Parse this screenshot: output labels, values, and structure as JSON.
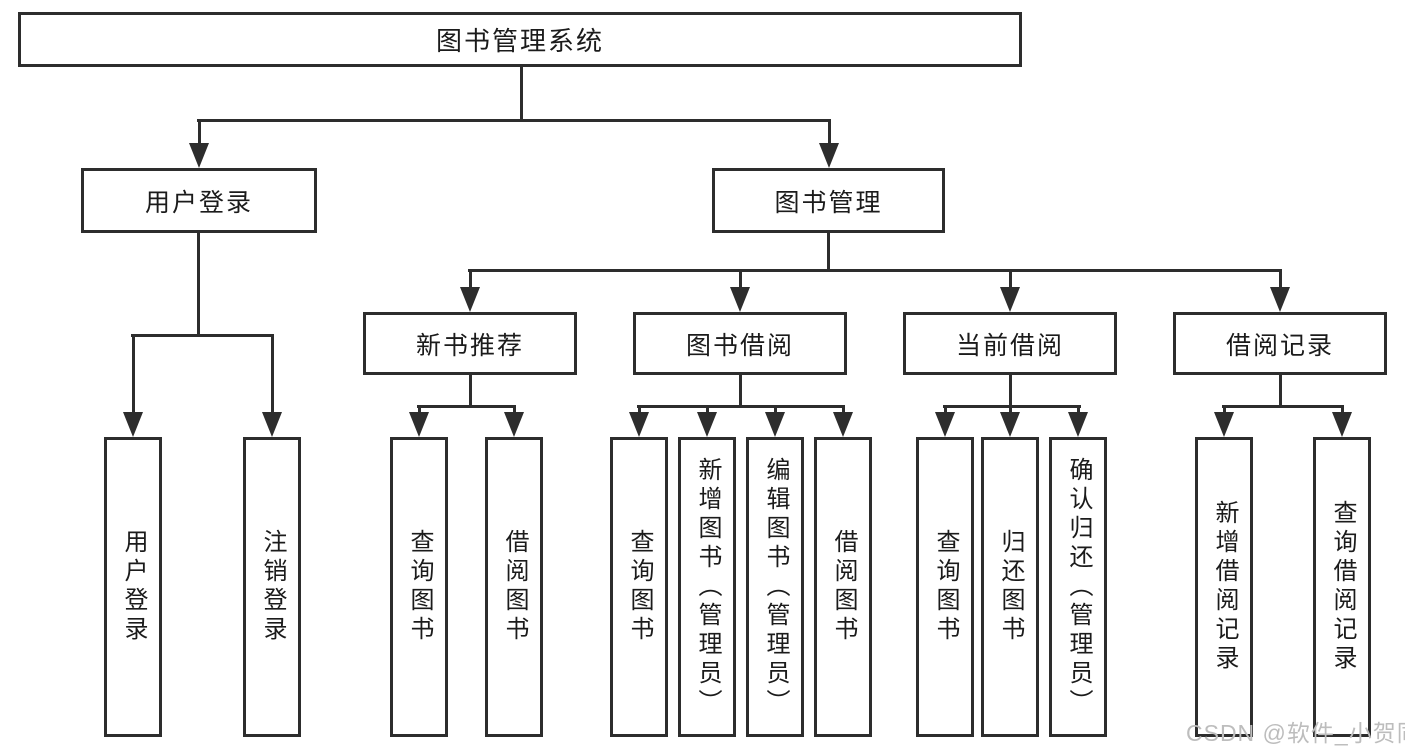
{
  "diagram": {
    "type": "hierarchy-tree",
    "colors": {
      "line": "#2d2d2d",
      "text": "#1b1b1b",
      "background": "#ffffff",
      "watermark": "#bdbdbd"
    }
  },
  "tree": {
    "root": {
      "label": "图书管理系统"
    },
    "branches": [
      {
        "label": "用户登录",
        "leaves": [
          {
            "label": "用户登录"
          },
          {
            "label": "注销登录"
          }
        ]
      },
      {
        "label": "图书管理",
        "groups": [
          {
            "label": "新书推荐",
            "leaves": [
              {
                "label": "查询图书"
              },
              {
                "label": "借阅图书"
              }
            ]
          },
          {
            "label": "图书借阅",
            "leaves": [
              {
                "label": "查询图书"
              },
              {
                "label": "新增图书（管理员）"
              },
              {
                "label": "编辑图书（管理员）"
              },
              {
                "label": "借阅图书"
              }
            ]
          },
          {
            "label": "当前借阅",
            "leaves": [
              {
                "label": "查询图书"
              },
              {
                "label": "归还图书"
              },
              {
                "label": "确认归还（管理员）"
              }
            ]
          },
          {
            "label": "借阅记录",
            "leaves": [
              {
                "label": "新增借阅记录"
              },
              {
                "label": "查询借阅记录"
              }
            ]
          }
        ]
      }
    ]
  },
  "watermark": {
    "text": "CSDN @软件_小贺同学"
  }
}
